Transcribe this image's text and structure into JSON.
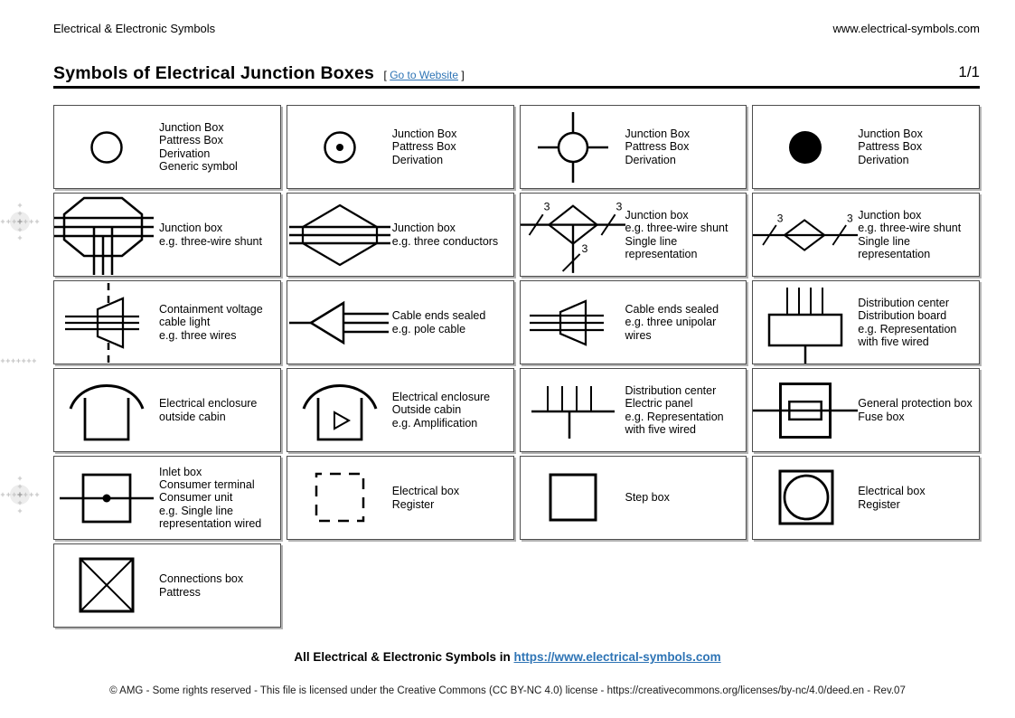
{
  "header": {
    "site_name": "Electrical & Electronic Symbols",
    "site_url": "www.electrical-symbols.com",
    "page_title": "Symbols of Electrical Junction Boxes",
    "bracket_open": "[",
    "go_to_website": "Go to Website",
    "bracket_close": "]",
    "page_number": "1/1"
  },
  "symbols": {
    "wire_count": "3"
  },
  "cells": [
    {
      "name": "junction-box-generic",
      "text": "Junction Box\nPattress Box\nDerivation\nGeneric symbol"
    },
    {
      "name": "junction-box-pattress-dot",
      "text": "Junction Box\nPattress Box\nDerivation"
    },
    {
      "name": "junction-box-pattress-cross",
      "text": "Junction Box\nPattress Box\nDerivation"
    },
    {
      "name": "junction-box-pattress-filled",
      "text": "Junction Box\nPattress Box\nDerivation"
    },
    {
      "name": "junction-box-three-wire-shunt",
      "text": "Junction box\ne.g. three-wire shunt"
    },
    {
      "name": "junction-box-three-conductors",
      "text": "Junction box\ne.g. three conductors"
    },
    {
      "name": "junction-box-shunt-single-line-branch",
      "text": "Junction box\ne.g. three-wire shunt\nSingle line\nrepresentation"
    },
    {
      "name": "junction-box-shunt-single-line",
      "text": "Junction box\ne.g. three-wire shunt\nSingle line\nrepresentation"
    },
    {
      "name": "containment-voltage-cable-light",
      "text": "Containment voltage\ncable light\ne.g. three wires"
    },
    {
      "name": "cable-ends-sealed-pole-cable",
      "text": "Cable ends sealed\ne.g. pole cable"
    },
    {
      "name": "cable-ends-sealed-unipolar",
      "text": "Cable ends sealed\ne.g. three unipolar wires"
    },
    {
      "name": "distribution-center-board",
      "text": "Distribution center\nDistribution board\ne.g. Representation\nwith five wired"
    },
    {
      "name": "electrical-enclosure-outside-cabin",
      "text": "Electrical enclosure\noutside cabin"
    },
    {
      "name": "electrical-enclosure-amplification",
      "text": "Electrical enclosure\nOutside cabin\ne.g. Amplification"
    },
    {
      "name": "distribution-center-electric-panel",
      "text": "Distribution center\nElectric panel\ne.g. Representation\nwith five wired"
    },
    {
      "name": "general-protection-fuse-box",
      "text": "General protection box\nFuse box"
    },
    {
      "name": "inlet-box-consumer-unit",
      "text": "Inlet box\nConsumer terminal\nConsumer unit\ne.g. Single line\nrepresentation wired"
    },
    {
      "name": "electrical-box-register-dashed",
      "text": "Electrical box\nRegister"
    },
    {
      "name": "step-box",
      "text": "Step box"
    },
    {
      "name": "electrical-box-register-circle",
      "text": "Electrical box\nRegister"
    },
    {
      "name": "connections-box-pattress",
      "text": "Connections box\nPattress"
    }
  ],
  "footer": {
    "summary_prefix": "All Electrical & Electronic Symbols in ",
    "summary_link": "https://www.electrical-symbols.com",
    "copyright": "© AMG - Some rights reserved - This file is licensed under the Creative Commons (CC BY-NC 4.0) license - https://creativecommons.org/licenses/by-nc/4.0/deed.en - Rev.07"
  },
  "colors": {
    "link_blue": "#2e74b5",
    "cell_border": "#4d4d4d",
    "cell_shadow": "#b3b3b3"
  }
}
